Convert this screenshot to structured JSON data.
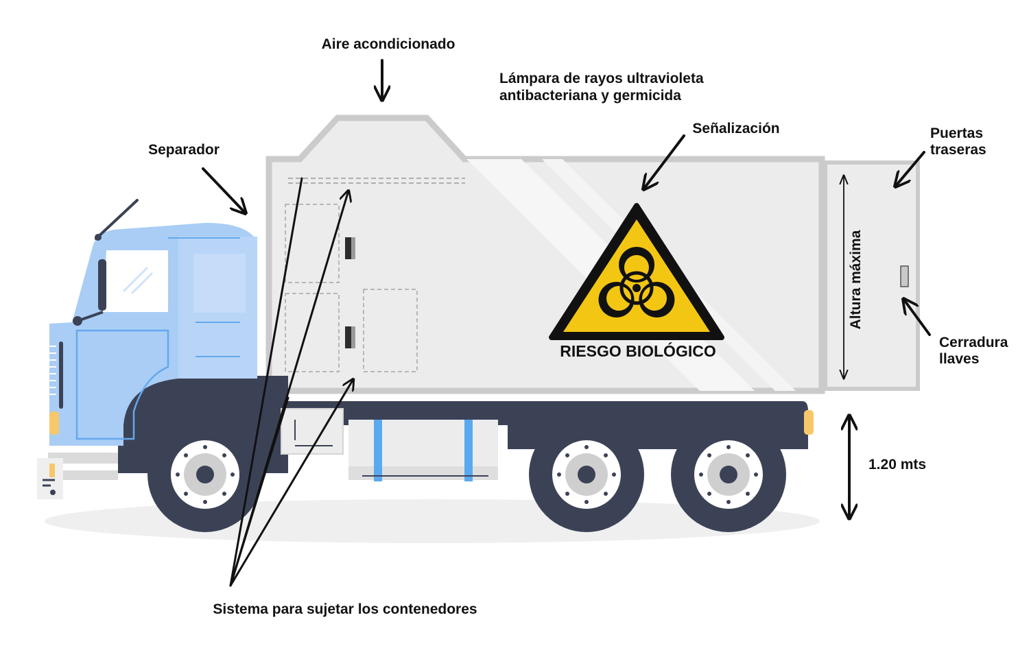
{
  "labels": {
    "aire": "Aire acondicionado",
    "lampara_1": "Lámpara de rayos ultravioleta",
    "lampara_2": "antibacteriana y germicida",
    "senalizacion": "Señalización",
    "separador": "Separador",
    "puertas_1": "Puertas",
    "puertas_2": "traseras",
    "altura": "Altura máxima",
    "cerradura_1": "Cerradura",
    "cerradura_2": "llaves",
    "medida": "1.20 mts",
    "sistema": "Sistema para sujetar los contenedores",
    "riesgo": "RIESGO BIOLÓGICO"
  },
  "colors": {
    "cab_blue": "#a9cdf5",
    "cab_blue_dark": "#64a8ee",
    "box_fill": "#ececec",
    "box_stroke": "#c8c8c8",
    "chassis": "#3c4256",
    "warning_yellow": "#f3c613",
    "accent_blue": "#5aa9ef",
    "light_orange": "#f7c86a"
  },
  "icons": [
    "biohazard-icon",
    "warning-triangle-icon"
  ]
}
